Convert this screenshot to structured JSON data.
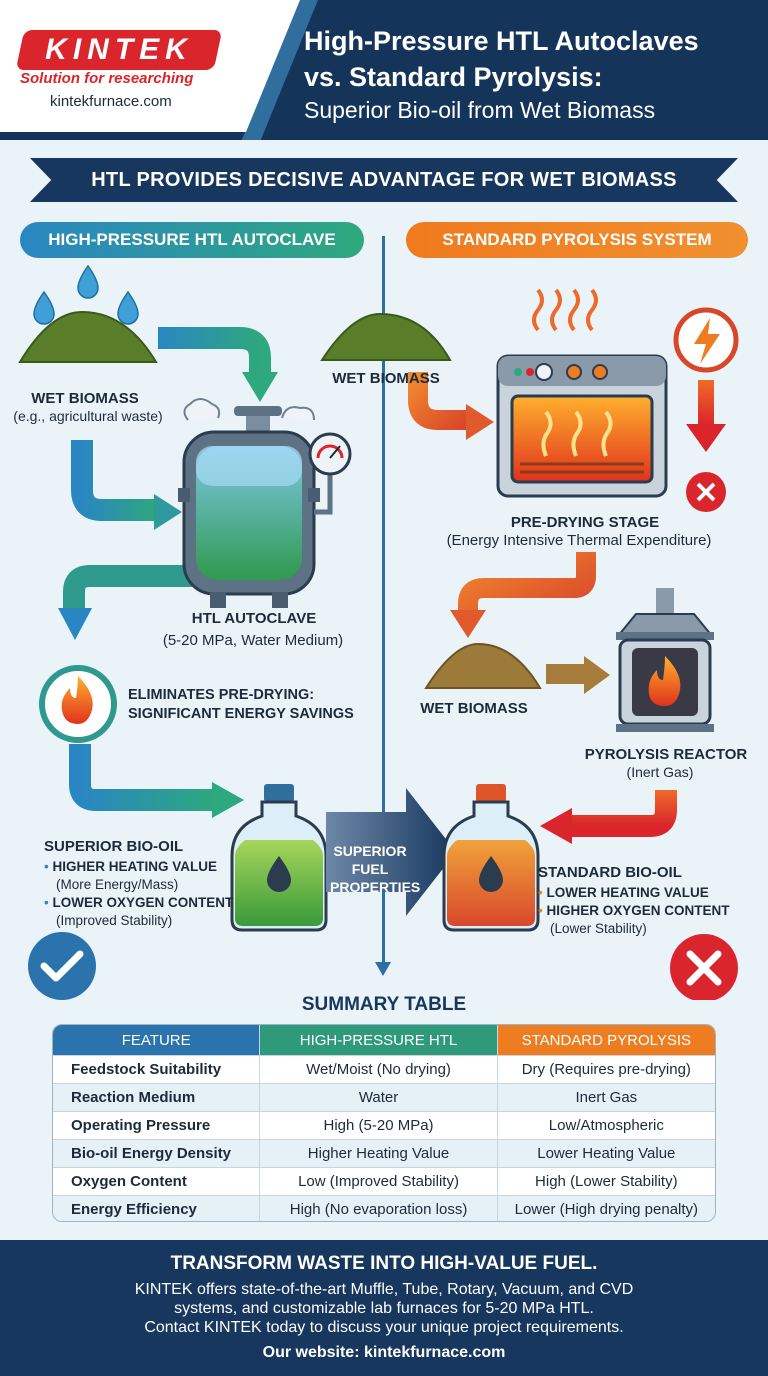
{
  "header": {
    "logo_text": "KINTEK",
    "logo_tagline": "Solution for researching",
    "logo_url": "kintekfurnace.com",
    "title_line1": "High-Pressure HTL Autoclaves",
    "title_line2": "vs. Standard Pyrolysis:",
    "title_line3": "Superior Bio-oil from Wet Biomass"
  },
  "banner": "HTL PROVIDES DECISIVE ADVANTAGE FOR WET BIOMASS",
  "columns": {
    "htl_title": "HIGH-PRESSURE HTL AUTOCLAVE",
    "pyrolysis_title": "STANDARD PYROLYSIS SYSTEM"
  },
  "htl": {
    "wet_biomass": "WET BIOMASS",
    "wet_biomass_example": "(e.g., agricultural waste)",
    "autoclave": "HTL AUTOCLAVE",
    "autoclave_detail": "(5-20 MPa, Water Medium)",
    "savings_line1": "ELIMINATES PRE-DRYING:",
    "savings_line2": "SIGNIFICANT ENERGY SAVINGS",
    "bio_oil": "SUPERIOR BIO-OIL",
    "point1": "HIGHER HEATING VALUE",
    "point1_note": "(More Energy/Mass)",
    "point2": "LOWER OXYGEN CONTENT",
    "point2_note": "(Improved Stability)"
  },
  "pyrolysis": {
    "wet_biomass_top": "WET BIOMASS",
    "predry": "PRE-DRYING STAGE",
    "predry_detail": "(Energy Intensive Thermal Expenditure)",
    "wet_biomass_mid": "WET BIOMASS",
    "reactor": "PYROLYSIS REACTOR",
    "reactor_detail": "(Inert Gas)",
    "bio_oil": "STANDARD BIO-OIL",
    "point1": "LOWER HEATING VALUE",
    "point2": "HIGHER OXYGEN CONTENT",
    "point2_note": "(Lower Stability)"
  },
  "center_arrow": {
    "line1": "SUPERIOR",
    "line2": "FUEL",
    "line3": "PROPERTIES"
  },
  "summary": {
    "title": "SUMMARY TABLE",
    "headers": [
      "FEATURE",
      "HIGH-PRESSURE HTL",
      "STANDARD PYROLYSIS"
    ],
    "header_colors": [
      "#2a73ad",
      "#2f9a79",
      "#ee7d22"
    ],
    "rows": [
      [
        "Feedstock Suitability",
        "Wet/Moist (No drying)",
        "Dry (Requires pre-drying)"
      ],
      [
        "Reaction Medium",
        "Water",
        "Inert Gas"
      ],
      [
        "Operating Pressure",
        "High (5-20 MPa)",
        "Low/Atmospheric"
      ],
      [
        "Bio-oil Energy Density",
        "Higher Heating Value",
        "Lower Heating Value"
      ],
      [
        "Oxygen Content",
        "Low (Improved Stability)",
        "High (Lower Stability)"
      ],
      [
        "Energy Efficiency",
        "High (No evaporation loss)",
        "Lower (High drying penalty)"
      ]
    ]
  },
  "footer": {
    "headline": "TRANSFORM WASTE INTO HIGH-VALUE FUEL.",
    "body_line1": "KINTEK offers state-of-the-art Muffle, Tube, Rotary, Vacuum, and CVD",
    "body_line2": "systems, and customizable lab furnaces for 5-20 MPa HTL.",
    "body_line3": "Contact KINTEK today to discuss your unique project requirements.",
    "website": "Our website: kintekfurnace.com"
  },
  "icons": {
    "check": "check-icon",
    "cross": "cross-icon",
    "flame": "flame-icon",
    "lightning": "lightning-icon",
    "droplet": "droplet-icon"
  },
  "colors": {
    "navy": "#17375e",
    "htl_blue": "#2a86c2",
    "htl_green": "#2ea87e",
    "pyro_orange": "#f07a1e",
    "red": "#d9252b"
  }
}
